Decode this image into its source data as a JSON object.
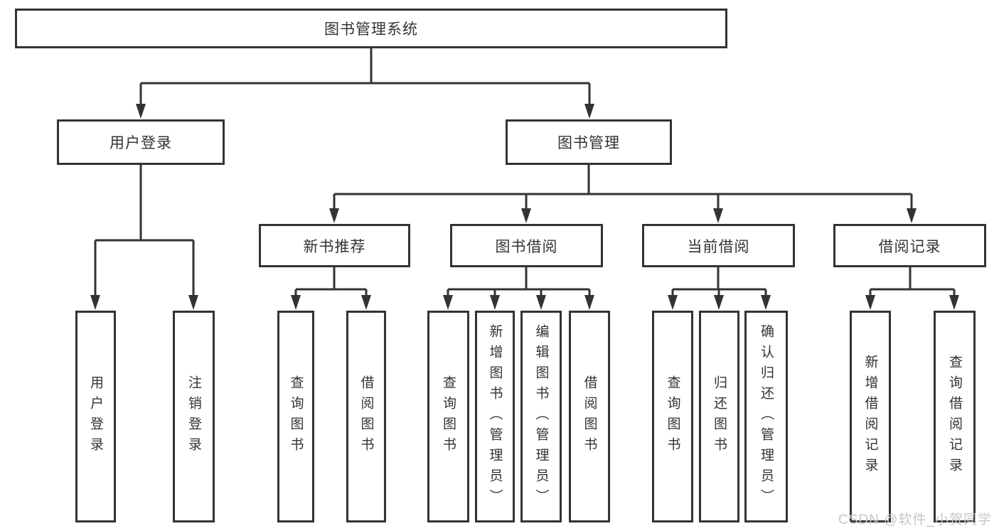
{
  "diagram_title": "图书管理系统",
  "watermark": "CSDN @软件_小贺同学",
  "colors": {
    "line": "#333333",
    "text": "#333333",
    "node_bg": "#ffffff",
    "watermark": "#c6c6c6",
    "background": "#ffffff"
  },
  "nodes": {
    "root": {
      "label": "图书管理系统"
    },
    "user_login": {
      "label": "用户登录"
    },
    "book_management": {
      "label": "图书管理"
    },
    "new_book_recommend": {
      "label": "新书推荐"
    },
    "book_borrow": {
      "label": "图书借阅"
    },
    "current_borrow": {
      "label": "当前借阅"
    },
    "borrow_records": {
      "label": "借阅记录"
    },
    "user_login_children": [
      {
        "label": "用户登录"
      },
      {
        "label": "注销登录"
      }
    ],
    "new_book_children": [
      {
        "label": "查询图书"
      },
      {
        "label": "借阅图书"
      }
    ],
    "book_borrow_children": [
      {
        "label": "查询图书"
      },
      {
        "label": "新增图书（管理员）"
      },
      {
        "label": "编辑图书（管理员）"
      },
      {
        "label": "借阅图书"
      }
    ],
    "current_borrow_children": [
      {
        "label": "查询图书"
      },
      {
        "label": "归还图书"
      },
      {
        "label": "确认归还（管理员）"
      }
    ],
    "borrow_records_children": [
      {
        "label": "新增借阅记录"
      },
      {
        "label": "查询借阅记录"
      }
    ]
  }
}
